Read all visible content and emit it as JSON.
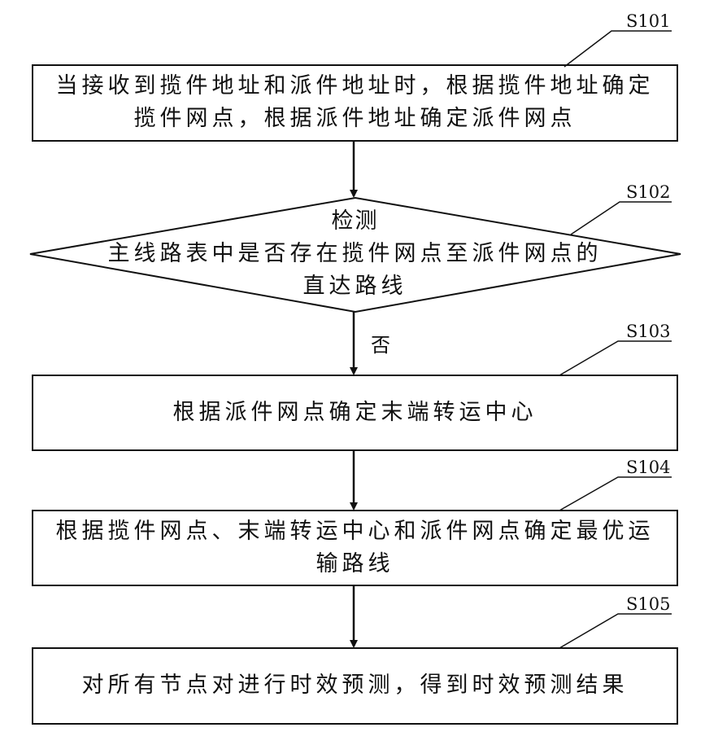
{
  "steps": [
    {
      "id": "S101",
      "lines": [
        "当接收到揽件地址和派件地址时，根据揽件地址确定",
        "揽件网点，根据派件地址确定派件网点"
      ]
    },
    {
      "id": "S102",
      "lines": [
        "检测",
        "主线路表中是否存在揽件网点至派件网点的",
        "直达路线"
      ]
    },
    {
      "id": "S103",
      "lines": [
        "根据派件网点确定末端转运中心"
      ]
    },
    {
      "id": "S104",
      "lines": [
        "根据揽件网点、末端转运中心和派件网点确定最优运",
        "输路线"
      ]
    },
    {
      "id": "S105",
      "lines": [
        "对所有节点对进行时效预测，得到时效预测结果"
      ]
    }
  ],
  "edge_labels": {
    "no": "否"
  }
}
